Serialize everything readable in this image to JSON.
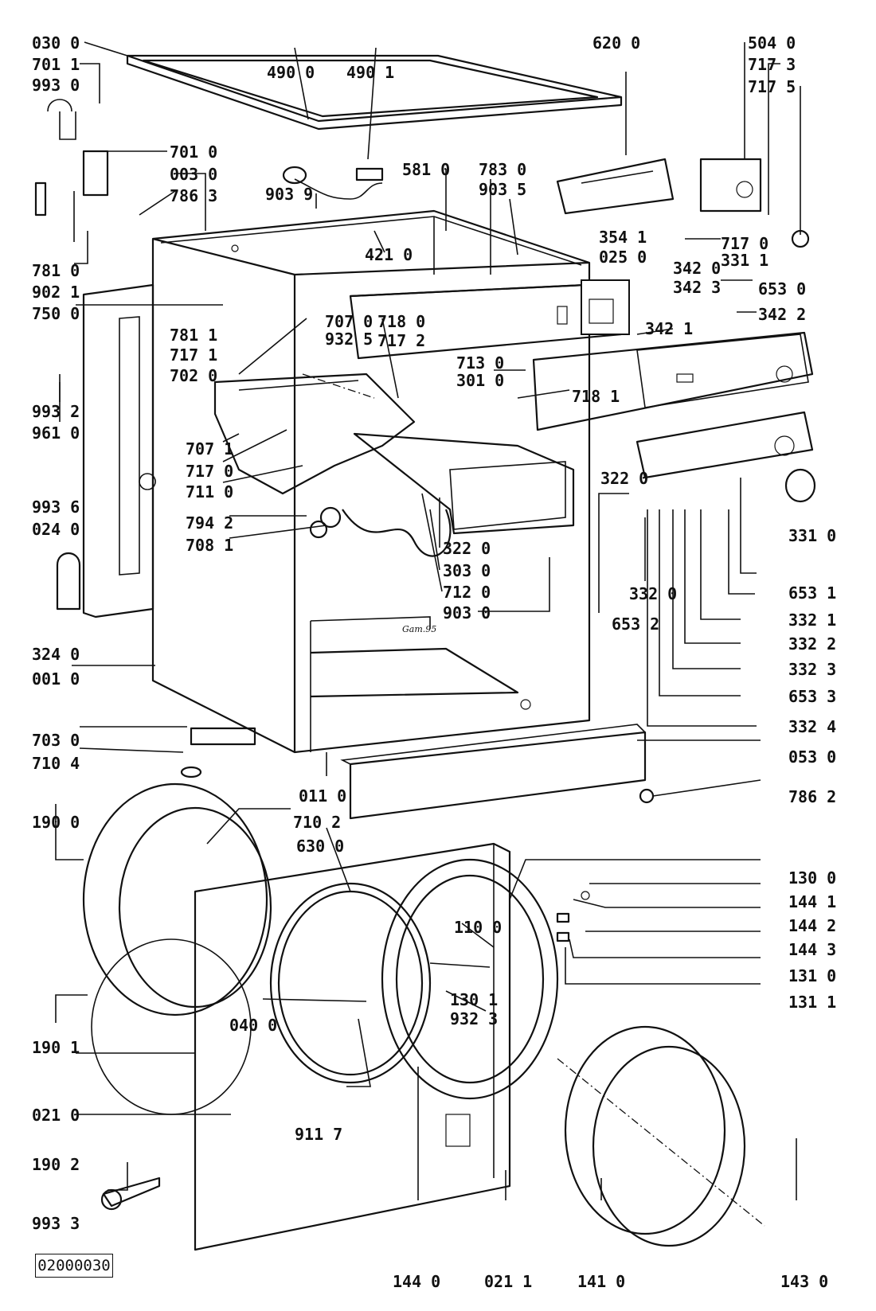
{
  "document_code": "02000030",
  "cabinet_inscription": "Gam.95",
  "part_labels": [
    "030 0",
    "701 1",
    "993 0",
    "490 0",
    "490 1",
    "620 0",
    "504 0",
    "717 3",
    "717 5",
    "701 0",
    "003 0",
    "786 3",
    "903 9",
    "581 0",
    "783 0",
    "903 5",
    "354 1",
    "025 0",
    "342 0",
    "342 3",
    "717 0",
    "331 1",
    "653 0",
    "342 2",
    "781 0",
    "902 1",
    "421 0",
    "750 0",
    "718 0",
    "717 2",
    "707 0",
    "932 5",
    "342 1",
    "781 1",
    "717 1",
    "702 0",
    "713 0",
    "301 0",
    "718 1",
    "993 2",
    "961 0",
    "707 1",
    "717 0",
    "711 0",
    "322 0",
    "993 6",
    "024 0",
    "794 2",
    "708 1",
    "322 0",
    "303 0",
    "712 0",
    "903 0",
    "332 0",
    "653 2",
    "331 0",
    "653 1",
    "332 1",
    "332 2",
    "332 3",
    "653 3",
    "332 4",
    "324 0",
    "001 0",
    "703 0",
    "710 4",
    "011 0",
    "053 0",
    "786 2",
    "190 0",
    "710 2",
    "630 0",
    "130 0",
    "144 1",
    "144 2",
    "110 0",
    "144 3",
    "131 0",
    "131 1",
    "130 1",
    "932 3",
    "190 1",
    "040 0",
    "021 0",
    "911 7",
    "190 2",
    "993 3",
    "144 0",
    "021 1",
    "141 0",
    "143 0"
  ]
}
